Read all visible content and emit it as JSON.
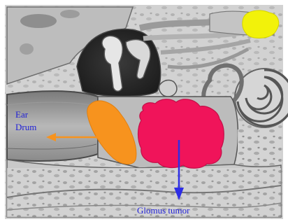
{
  "labels": {
    "ear_drum_line1": "Ear",
    "ear_drum_line2": "Drum",
    "glomus_tumor": "Glomus tumor"
  },
  "colors": {
    "ear_drum": "#F7931E",
    "glomus_tumor": "#F0145A",
    "nerve_highlight": "#F2F20A",
    "ear_drum_arrow": "#F7931E",
    "tumor_arrow": "#2E2EE6",
    "label_text": "#1F1FD6"
  }
}
